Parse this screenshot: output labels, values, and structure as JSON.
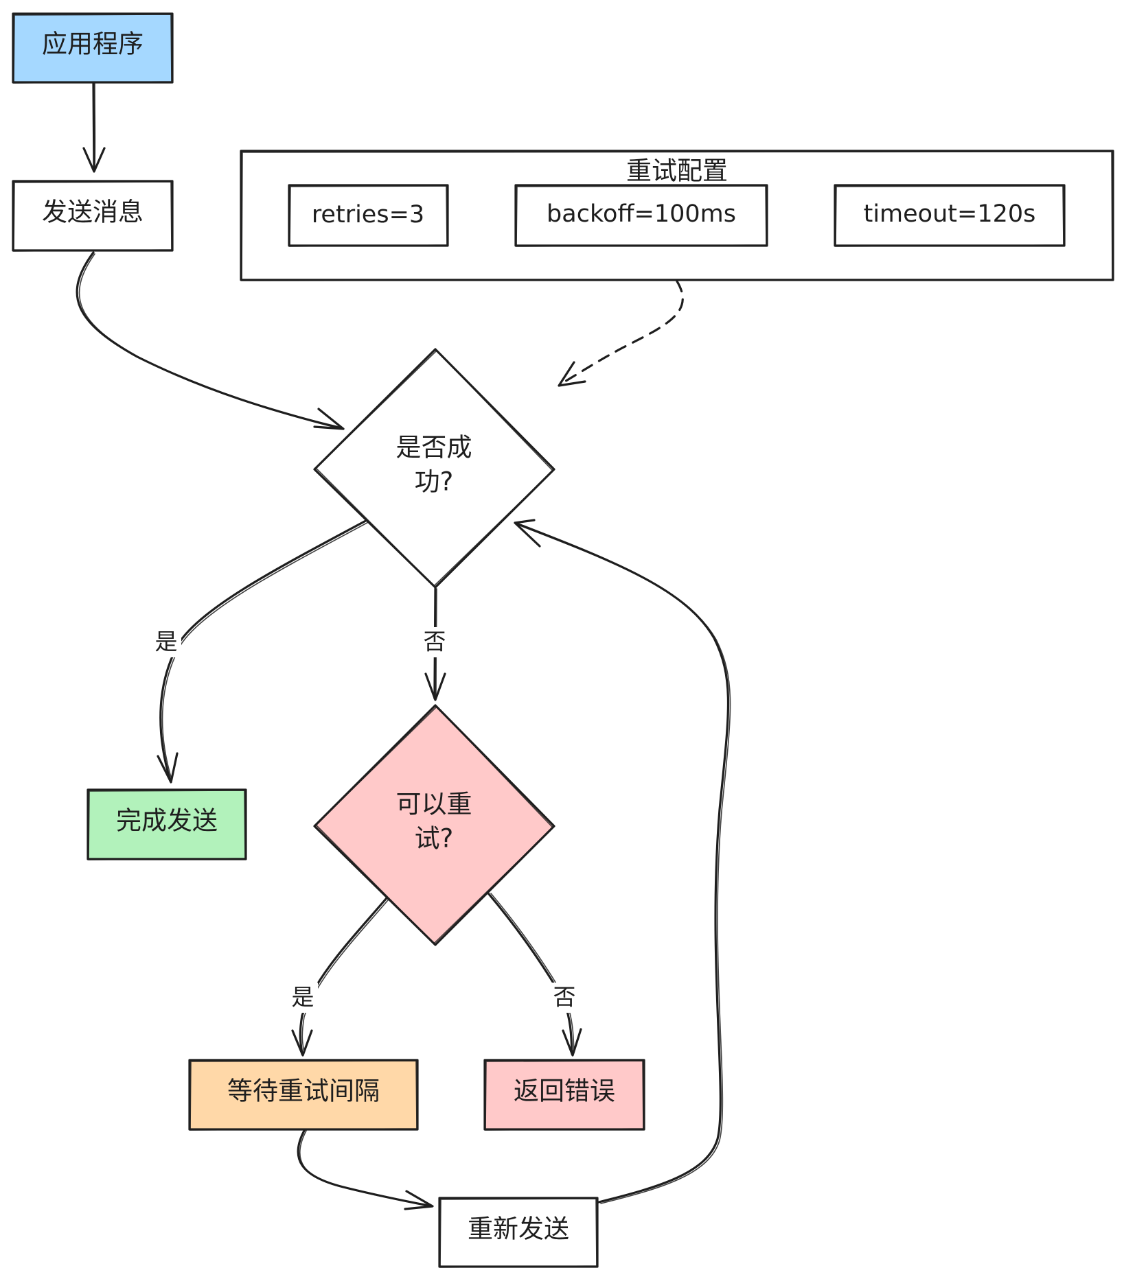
{
  "nodes": {
    "app": {
      "label": "应用程序",
      "fill": "#a5d8ff"
    },
    "send": {
      "label": "发送消息",
      "fill": "#ffffff"
    },
    "success_q": {
      "line1": "是否成",
      "line2": "功?",
      "fill": "#ffffff"
    },
    "done": {
      "label": "完成发送",
      "fill": "#b2f2bb"
    },
    "retry_q": {
      "line1": "可以重",
      "line2": "试?",
      "fill": "#ffc9c9"
    },
    "wait": {
      "label": "等待重试间隔",
      "fill": "#ffd8a8"
    },
    "error": {
      "label": "返回错误",
      "fill": "#ffc9c9"
    },
    "resend": {
      "label": "重新发送",
      "fill": "#ffffff"
    }
  },
  "config": {
    "title": "重试配置",
    "items": [
      "retries=3",
      "backoff=100ms",
      "timeout=120s"
    ]
  },
  "edges": {
    "success_yes": "是",
    "success_no": "否",
    "retry_yes": "是",
    "retry_no": "否"
  },
  "colors": {
    "stroke": "#1e1e1e"
  }
}
